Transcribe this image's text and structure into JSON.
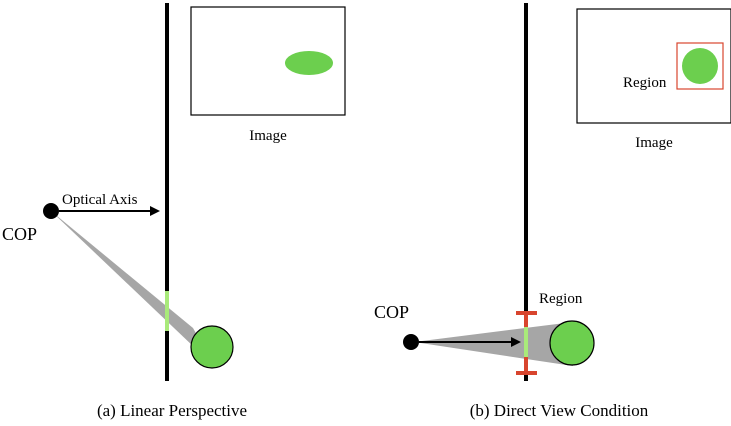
{
  "left_panel": {
    "cop_label": "COP",
    "optical_axis_label": "Optical Axis",
    "image_label": "Image",
    "caption": "(a) Linear Perspective"
  },
  "right_panel": {
    "cop_label": "COP",
    "region_label_plane": "Region",
    "region_label_image": "Region",
    "image_label": "Image",
    "caption": "(b) Direct View Condition"
  },
  "colors": {
    "object_fill": "#6ccf4e",
    "frustum_fill": "#a6a6a6",
    "plane_highlight": "#a9ea7a",
    "region_marker": "#d8452e",
    "ink": "#000000"
  }
}
